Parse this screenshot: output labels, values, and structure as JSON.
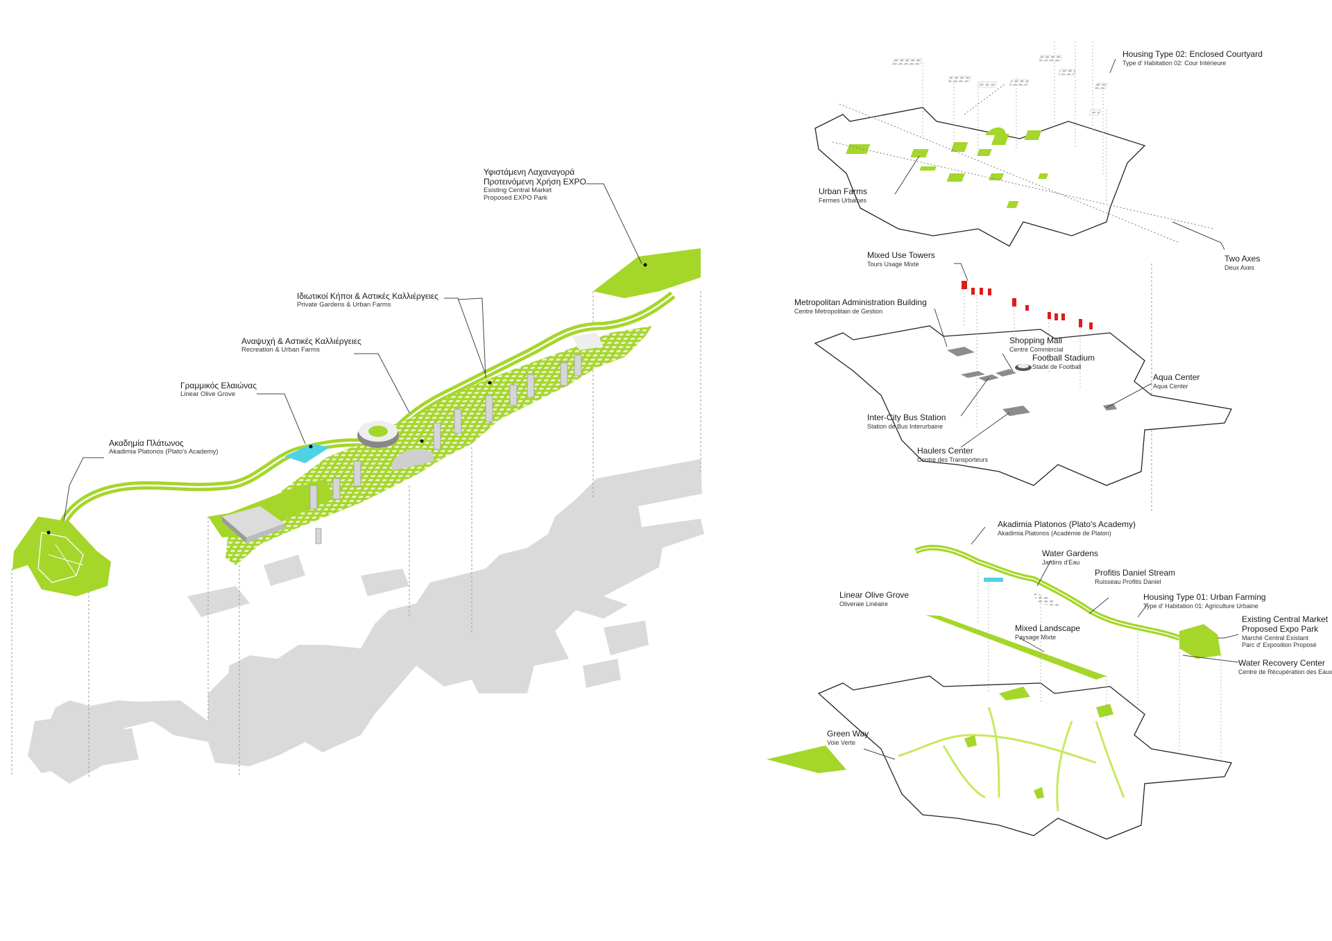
{
  "colors": {
    "green": "#a5d62a",
    "green_light": "#c6ea5d",
    "shadow": "#dadada",
    "outline": "#222222",
    "tower_red": "#e01b1b",
    "water": "#4fd2e6",
    "building_grey": "#8c8c8c"
  },
  "left_labels": {
    "market": {
      "l1": "Υφιστάμενη Λαχαναγορά",
      "l2": "Προτεινόμενη Χρήση EXPO",
      "l3": "Existing Central Market",
      "l4": "Proposed EXPO Park"
    },
    "gardens": {
      "l1": "Ιδιωτικοί Κήποι & Αστικές Καλλιέργειες",
      "l2": "Private Gardens & Urban Farms"
    },
    "recreation": {
      "l1": "Αναψυχή & Αστικές Καλλιέργειες",
      "l2": "Recreation & Urban Farms"
    },
    "olive": {
      "l1": "Γραμμικός Ελαιώνας",
      "l2": "Linear Olive Grove"
    },
    "academy": {
      "l1": "Ακαδημία Πλάτωνος",
      "l2": "Akadimia Platonos (Plato's Academy)"
    }
  },
  "top_layer": {
    "housing2": {
      "l1": "Housing Type 02: Enclosed Courtyard",
      "l2": "Type d' Habitation 02: Cour Intérieure"
    },
    "farms": {
      "l1": "Urban Farms",
      "l2": "Fermes Urbaines"
    },
    "axes": {
      "l1": "Two Axes",
      "l2": "Deux Axes"
    }
  },
  "mid_layer": {
    "towers": {
      "l1": "Mixed Use Towers",
      "l2": "Tours Usage Mixte"
    },
    "metro": {
      "l1": "Metropolitan Administration Building",
      "l2": "Centre Metropolitain de Gestion"
    },
    "mall": {
      "l1": "Shopping Mall",
      "l2": "Centre Commercial"
    },
    "stadium": {
      "l1": "Football Stadium",
      "l2": "Stade de Football"
    },
    "aqua": {
      "l1": "Aqua Center",
      "l2": "Aqua Center"
    },
    "bus": {
      "l1": "Inter-City Bus Station",
      "l2": "Station de Bus Interurbaine"
    },
    "haulers": {
      "l1": "Haulers Center",
      "l2": "Centre des Transporteurs"
    }
  },
  "bottom_layer": {
    "academy": {
      "l1": "Akadimia Platonos (Plato's Academy)",
      "l2": "Akadimia Platonos (Académie de Platon)"
    },
    "water": {
      "l1": "Water Gardens",
      "l2": "Jardins d'Eau"
    },
    "stream": {
      "l1": "Profitis Daniel Stream",
      "l2": "Ruisseau Profitis Daniel"
    },
    "housing1": {
      "l1": "Housing Type 01: Urban Farming",
      "l2": "Type d' Habitation 01: Agriculture Urbaine"
    },
    "olive": {
      "l1": "Linear Olive Grove",
      "l2": "Oliveraie Linéaire"
    },
    "mixed": {
      "l1": "Mixed Landscape",
      "l2": "Paysage Mixte"
    },
    "market": {
      "l1": "Existing Central Market",
      "l2": "Proposed Expo Park",
      "l3": "Marché Central Existant",
      "l4": "Parc d' Exposition Proposé"
    },
    "recovery": {
      "l1": "Water Recovery Center",
      "l2": "Centre de Récupération des Eaux"
    },
    "greenway": {
      "l1": "Green Way",
      "l2": "Voie Verte"
    }
  }
}
